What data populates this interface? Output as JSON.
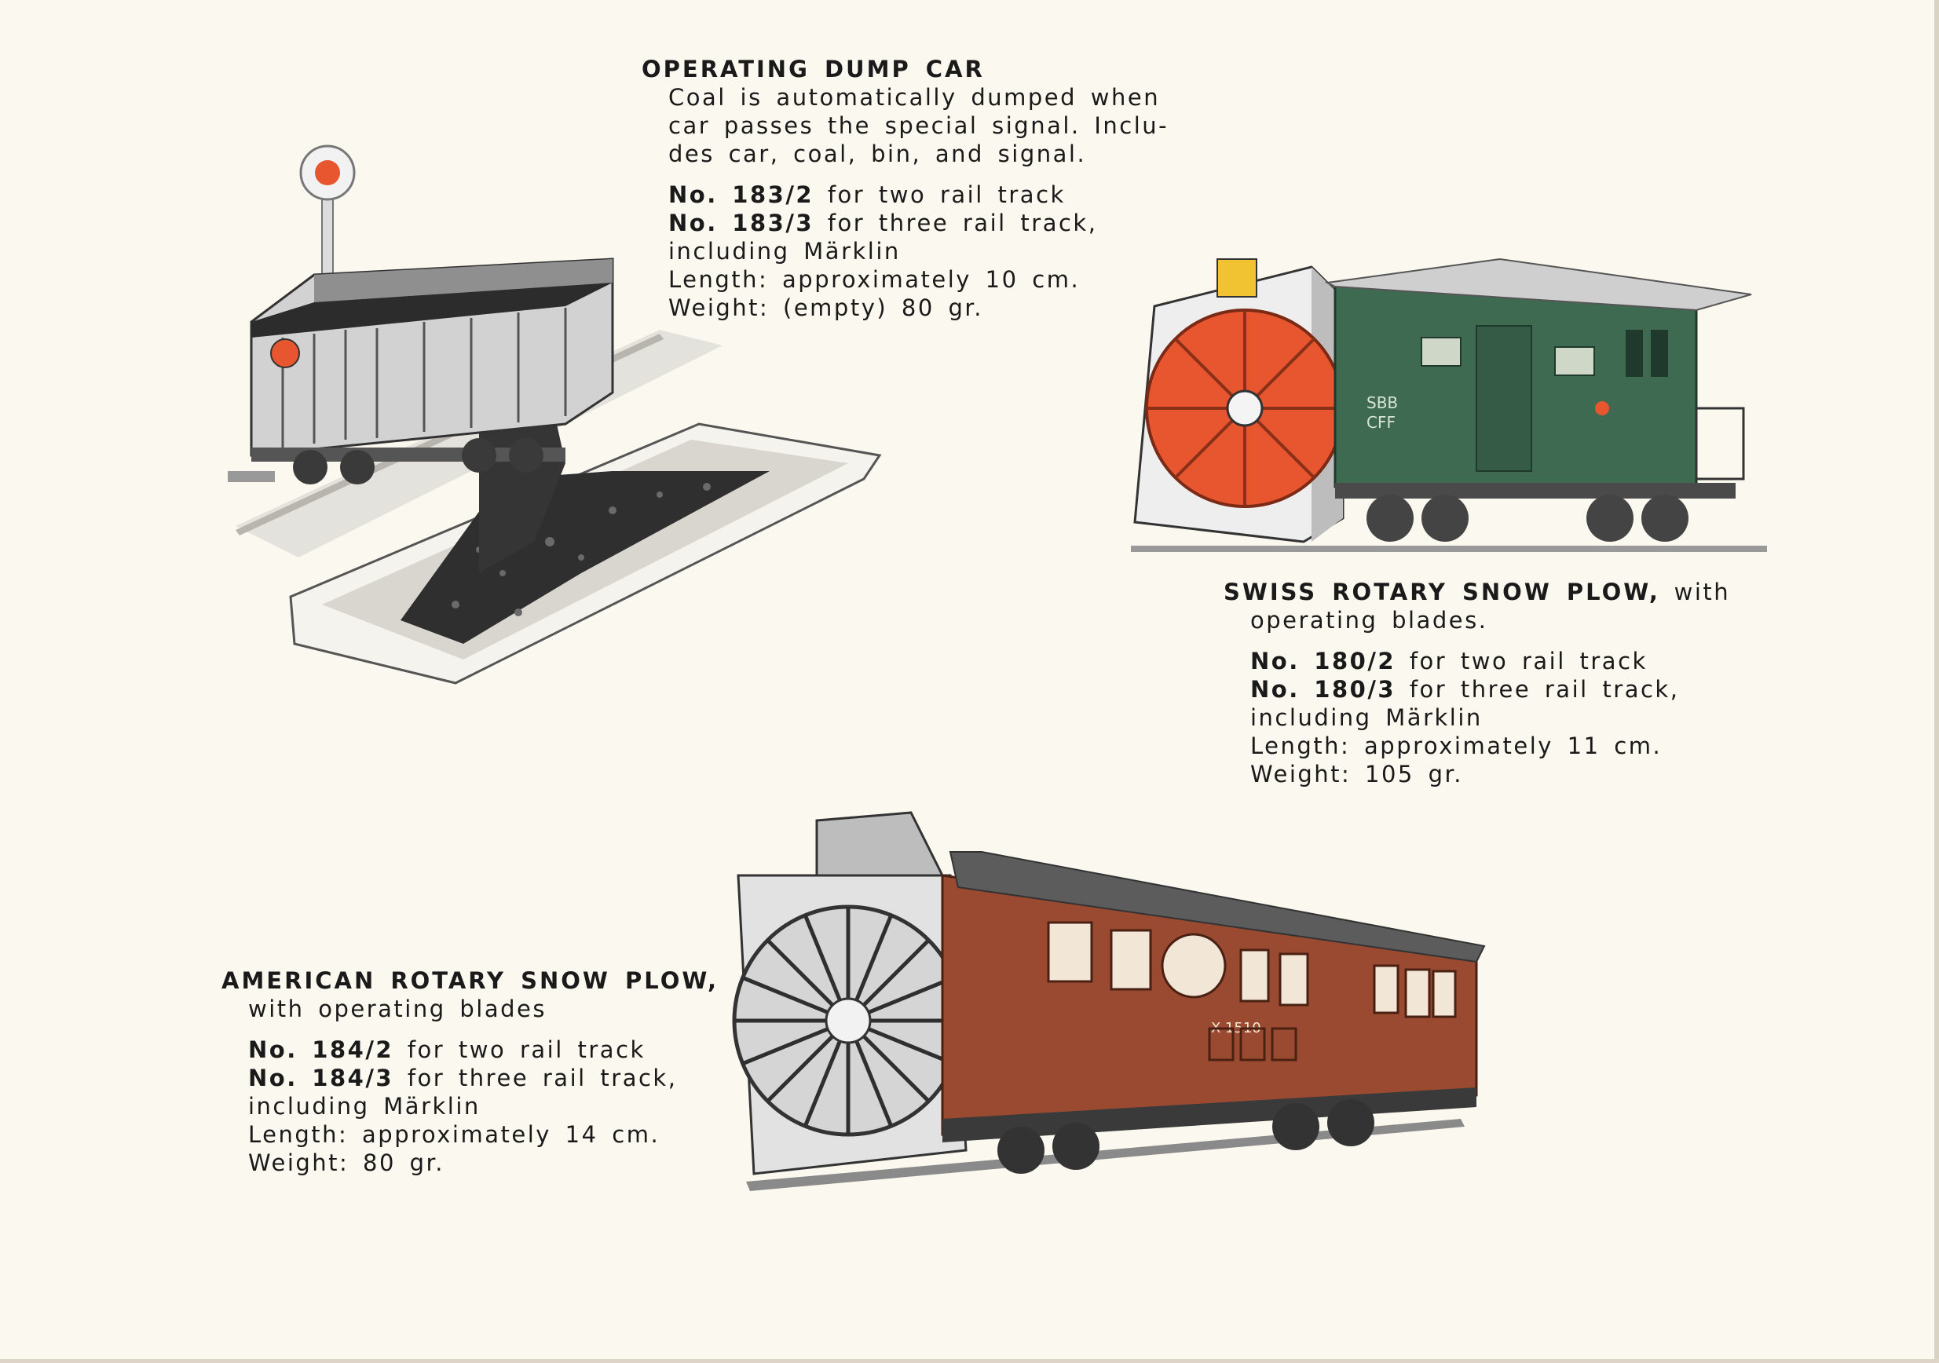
{
  "dump_car": {
    "title": "OPERATING DUMP CAR",
    "desc": [
      "Coal is automatically dumped when",
      "car passes the special signal. Inclu-",
      "des car, coal, bin, and signal."
    ],
    "no1_num": "No. 183/2",
    "no1_text": " for two rail track",
    "no2_num": "No. 183/3",
    "no2_text": " for three rail track,",
    "incl": "including Märklin",
    "length": "Length: approximately 10 cm.",
    "weight": "Weight: (empty) 80 gr."
  },
  "swiss_plow": {
    "title": "SWISS ROTARY SNOW PLOW,",
    "title_tail": " with",
    "desc": "operating blades.",
    "no1_num": "No. 180/2",
    "no1_text": " for two rail track",
    "no2_num": "No. 180/3",
    "no2_text": " for three rail track,",
    "incl": "including Märklin",
    "length": "Length: approximately 11 cm.",
    "weight": "Weight: 105 gr.",
    "car_marking_1": "SBB",
    "car_marking_2": "CFF"
  },
  "american_plow": {
    "title": "AMERICAN ROTARY SNOW PLOW,",
    "desc": "with operating blades",
    "no1_num": "No. 184/2",
    "no1_text": " for two rail track",
    "no2_num": "No. 184/3",
    "no2_text": " for three rail track,",
    "incl": "including Märklin",
    "length": "Length: approximately 14 cm.",
    "weight": "Weight: 80 gr.",
    "car_number": "X-1510"
  },
  "colors": {
    "paper": "#fbf8ef",
    "swiss_green": "#3f6a52",
    "rotor_red": "#e8562f",
    "american_brown": "#9a4a30",
    "coal": "#2c2c2c"
  }
}
